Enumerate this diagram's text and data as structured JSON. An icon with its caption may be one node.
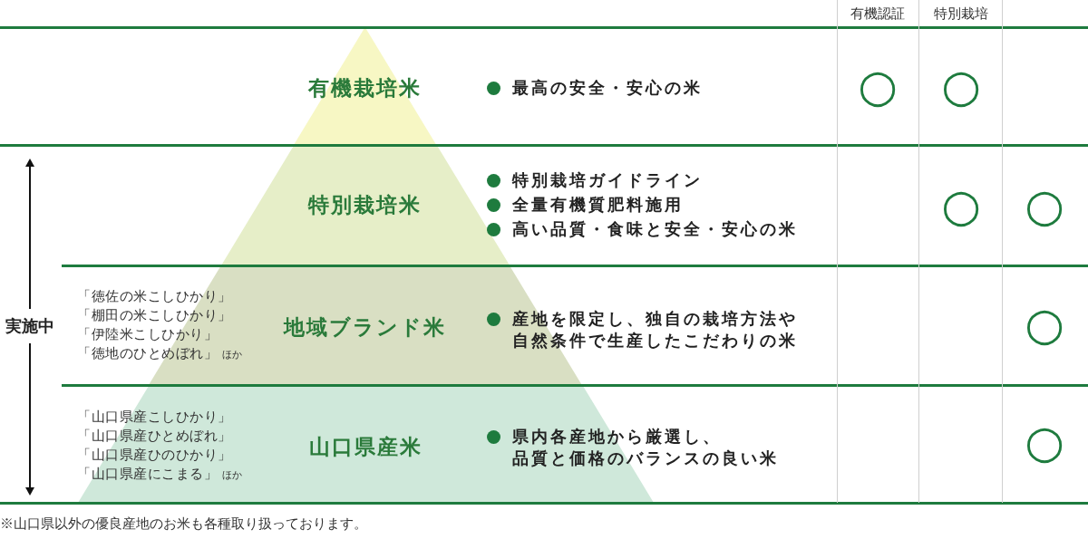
{
  "diagram": {
    "nodes": [
      {
        "text": [
          "有機栽培米"
        ]
      },
      {
        "text": [
          "特別栽培米"
        ]
      },
      {
        "text": [
          "地域ブランド米"
        ]
      },
      {
        "text": [
          "山口県産米"
        ]
      }
    ],
    "labels": [
      "有機認証",
      "特別栽培",
      "最高の安全・安心の米",
      "○",
      "○",
      "特別栽培ガイドライン",
      "全量有機質肥料施用",
      "高い品質・食味と安全・安心の米",
      "○",
      "○",
      "実施中",
      "「徳佐の米こしひかり」",
      "「棚田の米こしひかり」",
      "「伊陸米こしひかり」",
      "「徳地のひとめぼれ」",
      "ほか",
      "産地を限定し、独自の栽培方法や自然条件で生産したこだわりの米",
      "○",
      "「山口県産こしひかり」",
      "「山口県産ひとめぼれ」",
      "「山口県産ひのひかり」",
      "「山口県産にこまる」",
      "ほか",
      "県内各産地から厳選し、品質と価格のバランスの良い米",
      "○",
      "※山口県以外の優良産地のお米も各種取り扱っております。"
    ]
  }
}
